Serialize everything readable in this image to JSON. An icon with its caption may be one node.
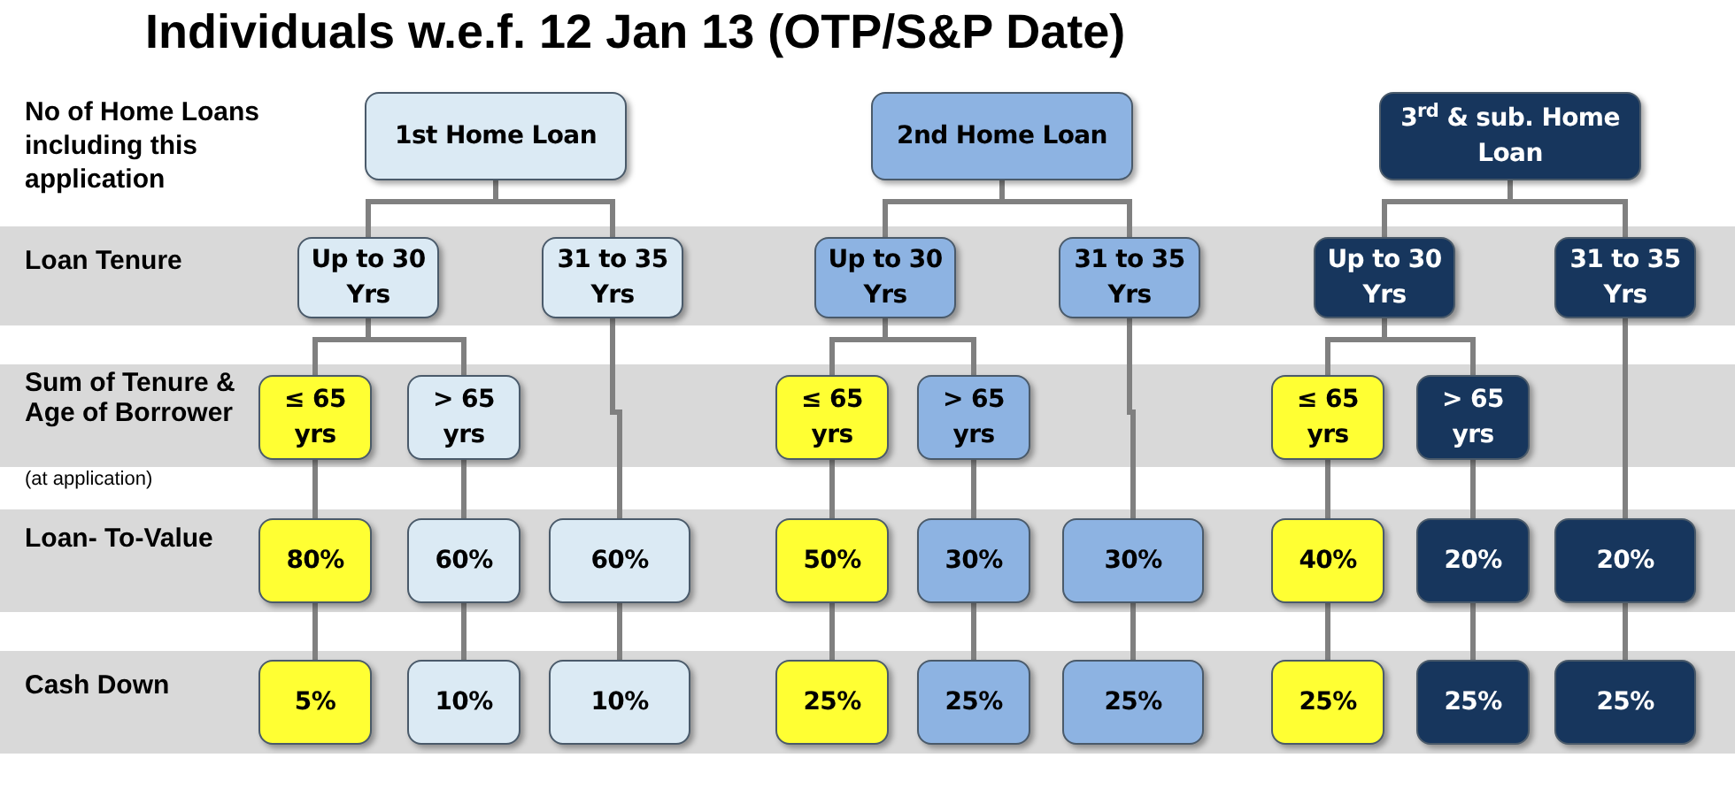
{
  "diagram": {
    "title": "Individuals w.e.f. 12 Jan 13 (OTP/S&P Date)",
    "nodes": [
      {
        "text": [
          "1st Home Loan"
        ]
      },
      {
        "text": [
          "2nd Home Loan"
        ]
      },
      {
        "text": [
          "3$^{rd}$ & sub. Home Loan"
        ]
      },
      {
        "text": [
          "Up to 30 Yrs"
        ]
      },
      {
        "text": [
          "31 to 35 Yrs"
        ]
      },
      {
        "text": [
          "Up to 30 Yrs"
        ]
      },
      {
        "text": [
          "31 to 35 Yrs"
        ]
      },
      {
        "text": [
          "Up to 30 Yrs"
        ]
      },
      {
        "text": [
          "31 to 35 Yrs"
        ]
      },
      {
        "text": [
          "≤ 65 yrs"
        ]
      },
      {
        "text": [
          "> 65 yrs"
        ]
      },
      {
        "text": [
          "≤ 65 yrs"
        ]
      },
      {
        "text": [
          "> 65 yrs"
        ]
      },
      {
        "text": [
          "≤ 65 yrs"
        ]
      },
      {
        "text": [
          "> 65 yrs"
        ]
      },
      {
        "text": [
          "80%"
        ]
      },
      {
        "text": [
          "60%"
        ]
      },
      {
        "text": [
          "60%"
        ]
      },
      {
        "text": [
          "50%"
        ]
      },
      {
        "text": [
          "30%"
        ]
      },
      {
        "text": [
          "30%"
        ]
      },
      {
        "text": [
          "40%"
        ]
      },
      {
        "text": [
          "20%"
        ]
      },
      {
        "text": [
          "20%"
        ]
      },
      {
        "text": [
          "5%"
        ]
      },
      {
        "text": [
          "10%"
        ]
      },
      {
        "text": [
          "10%"
        ]
      },
      {
        "text": [
          "25%"
        ]
      },
      {
        "text": [
          "25%"
        ]
      },
      {
        "text": [
          "25%"
        ]
      },
      {
        "text": [
          "25%"
        ]
      },
      {
        "text": [
          "25%"
        ]
      },
      {
        "text": [
          "25%"
        ]
      }
    ],
    "edges": [
      {
        "from": 0,
        "to": 3,
        "arrow": "none"
      },
      {
        "from": 0,
        "to": 4,
        "arrow": "none"
      },
      {
        "from": 1,
        "to": 5,
        "arrow": "none"
      },
      {
        "from": 1,
        "to": 6,
        "arrow": "none"
      },
      {
        "from": 2,
        "to": 7,
        "arrow": "none"
      },
      {
        "from": 2,
        "to": 8,
        "arrow": "none"
      },
      {
        "from": 3,
        "to": 9,
        "arrow": "none"
      },
      {
        "from": 3,
        "to": 10,
        "arrow": "none"
      },
      {
        "from": 5,
        "to": 11,
        "arrow": "none"
      },
      {
        "from": 5,
        "to": 12,
        "arrow": "none"
      },
      {
        "from": 7,
        "to": 13,
        "arrow": "none"
      },
      {
        "from": 7,
        "to": 14,
        "arrow": "none"
      },
      {
        "from": 9,
        "to": 15,
        "arrow": "none"
      },
      {
        "from": 10,
        "to": 16,
        "arrow": "none"
      },
      {
        "from": 4,
        "to": 17,
        "arrow": "none"
      },
      {
        "from": 11,
        "to": 18,
        "arrow": "none"
      },
      {
        "from": 12,
        "to": 19,
        "arrow": "none"
      },
      {
        "from": 6,
        "to": 20,
        "arrow": "none"
      },
      {
        "from": 13,
        "to": 21,
        "arrow": "none"
      },
      {
        "from": 14,
        "to": 22,
        "arrow": "none"
      },
      {
        "from": 8,
        "to": 23,
        "arrow": "none"
      },
      {
        "from": 15,
        "to": 24,
        "arrow": "none"
      },
      {
        "from": 16,
        "to": 25,
        "arrow": "none"
      },
      {
        "from": 17,
        "to": 26,
        "arrow": "none"
      },
      {
        "from": 18,
        "to": 27,
        "arrow": "none"
      },
      {
        "from": 19,
        "to": 28,
        "arrow": "none"
      },
      {
        "from": 20,
        "to": 29,
        "arrow": "none"
      },
      {
        "from": 21,
        "to": 30,
        "arrow": "none"
      },
      {
        "from": 22,
        "to": 31,
        "arrow": "none"
      },
      {
        "from": 23,
        "to": 32,
        "arrow": "none"
      }
    ],
    "labels": [
      "No of Home Loans including this application",
      "Loan Tenure",
      "Sum of Tenure & Age of Borrower",
      "(at application)",
      "Loan- To-Value",
      "Cash Down"
    ]
  }
}
